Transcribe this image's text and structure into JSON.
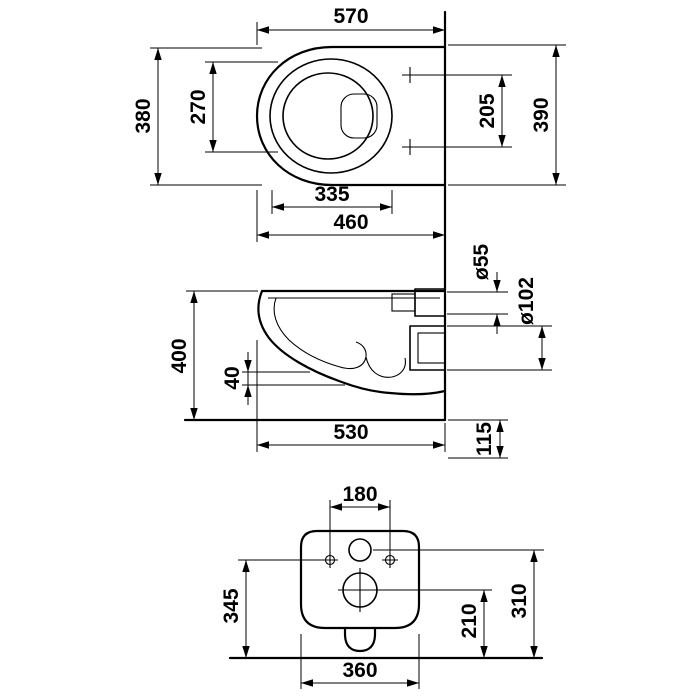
{
  "page": {
    "background": "#ffffff",
    "line_color": "#000000",
    "subject": "wall-hung toilet technical dimension drawing"
  },
  "drawing": {
    "views": {
      "top": {
        "w570": "570",
        "d380": "380",
        "d270": "270",
        "d205": "205",
        "d390": "390",
        "w335": "335",
        "w460": "460"
      },
      "side": {
        "h400": "400",
        "g40": "40",
        "dia55": "ø55",
        "dia102": "ø102",
        "d530": "530",
        "h115": "115"
      },
      "rear": {
        "s180": "180",
        "h345": "345",
        "h210": "210",
        "h310": "310",
        "w360": "360"
      }
    }
  }
}
